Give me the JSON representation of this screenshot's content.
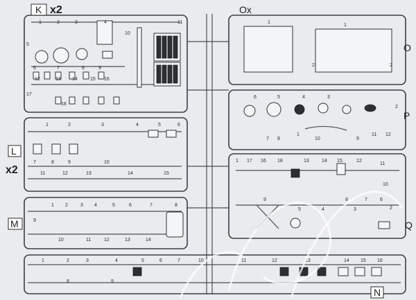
{
  "sprues": {
    "K": {
      "letter": "K",
      "count": "x2"
    },
    "Ox": {
      "letter": "Ox"
    },
    "O": {
      "letter": "O"
    },
    "L": {
      "letter": "L",
      "count": "x2"
    },
    "P": {
      "letter": "P"
    },
    "Q": {
      "letter": "Q"
    },
    "M": {
      "letter": "M"
    },
    "N": {
      "letter": "N"
    }
  },
  "part_numbers": {
    "K": [
      "1",
      "2",
      "3",
      "4",
      "5",
      "6",
      "7",
      "8",
      "9",
      "10",
      "11",
      "12",
      "13",
      "14",
      "15",
      "16",
      "17",
      "18"
    ],
    "Ox": [
      "1",
      "2"
    ],
    "O": [
      "1",
      "2"
    ],
    "P": [
      "1",
      "2",
      "3",
      "4",
      "5",
      "6",
      "7",
      "8",
      "9",
      "10",
      "11",
      "12"
    ],
    "L": [
      "1",
      "2",
      "3",
      "4",
      "5",
      "6",
      "7",
      "8",
      "9",
      "10",
      "11",
      "12",
      "13",
      "14",
      "15"
    ],
    "Q": [
      "1",
      "2",
      "3",
      "4",
      "5",
      "6",
      "7",
      "8",
      "9",
      "10",
      "11",
      "12",
      "13",
      "14",
      "15",
      "16",
      "17",
      "18"
    ],
    "M": [
      "1",
      "2",
      "3",
      "4",
      "5",
      "6",
      "7",
      "8",
      "9",
      "10",
      "11",
      "12",
      "13",
      "14"
    ],
    "N": [
      "1",
      "2",
      "3",
      "4",
      "5",
      "6",
      "7",
      "8",
      "9",
      "10",
      "11",
      "12",
      "13",
      "14",
      "15",
      "16"
    ]
  }
}
